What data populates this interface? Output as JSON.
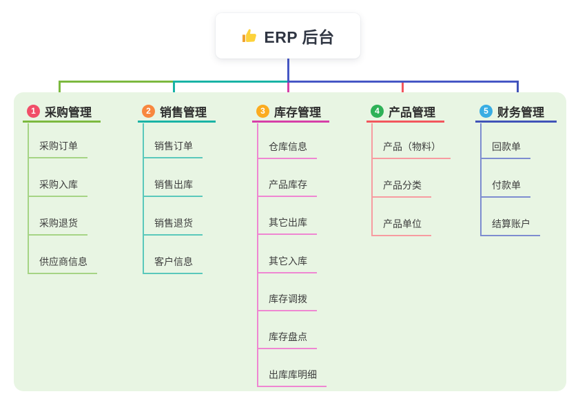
{
  "root": {
    "label": "ERP 后台",
    "icon": "thumbs-up-icon"
  },
  "colors": {
    "canvas_bg": "#ffffff",
    "panel_bg": "#e8f5e3",
    "root_line": "#4657c5",
    "root_text": "#2f3542",
    "child_text": "#3d3d3d"
  },
  "branches": [
    {
      "num": "1",
      "label": "采购管理",
      "badge_color": "#f14e68",
      "line_color": "#7cb93f",
      "child_line_color": "#a5d484",
      "children": [
        "采购订单",
        "采购入库",
        "采购退货",
        "供应商信息"
      ]
    },
    {
      "num": "2",
      "label": "销售管理",
      "badge_color": "#f8873e",
      "line_color": "#19b3a5",
      "child_line_color": "#59c8bb",
      "children": [
        "销售订单",
        "销售出库",
        "销售退货",
        "客户信息"
      ]
    },
    {
      "num": "3",
      "label": "库存管理",
      "badge_color": "#fbab1f",
      "line_color": "#d63fa8",
      "child_line_color": "#ef86d2",
      "children": [
        "仓库信息",
        "产品库存",
        "其它出库",
        "其它入库",
        "库存调拨",
        "库存盘点",
        "出库库明细"
      ]
    },
    {
      "num": "4",
      "label": "产品管理",
      "badge_color": "#2eb157",
      "line_color": "#f2565d",
      "child_line_color": "#f79ba0",
      "children": [
        "产品（物料）",
        "产品分类",
        "产品单位"
      ]
    },
    {
      "num": "5",
      "label": "财务管理",
      "badge_color": "#38ade3",
      "line_color": "#4053b8",
      "child_line_color": "#7d8cd0",
      "children": [
        "回款单",
        "付款单",
        "结算账户"
      ]
    }
  ]
}
